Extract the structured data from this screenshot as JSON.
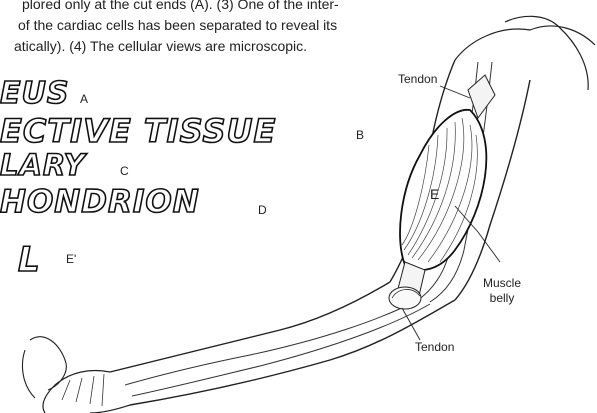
{
  "intro_lines": [
    "plored only at the cut ends (A). (3) One of the inter-",
    "of the cardiac cells has been separated to reveal its",
    "atically). (4) The cellular views are microscopic."
  ],
  "color_terms": [
    {
      "title": "EUS",
      "sub": "A"
    },
    {
      "title": "ECTIVE TISSUE",
      "sub": "B"
    },
    {
      "title": "LARY",
      "sub": "C"
    },
    {
      "title": "HONDRION",
      "sub": "D"
    }
  ],
  "cell_term": {
    "title": "L",
    "sub": "E'"
  },
  "diagram_labels": {
    "tendon_top": "Tendon",
    "muscle_letter": "E",
    "muscle_belly_line1": "Muscle",
    "muscle_belly_line2": "belly",
    "tendon_bottom": "Tendon"
  }
}
